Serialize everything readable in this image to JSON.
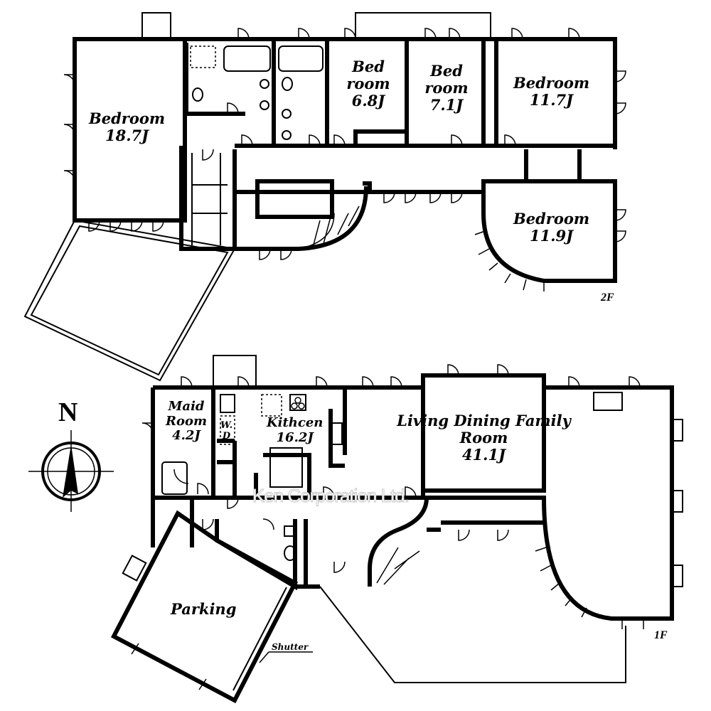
{
  "floors": {
    "second": {
      "label": "2F",
      "rooms": [
        {
          "name": "Bedroom",
          "size": "18.7J"
        },
        {
          "name": "Bed room",
          "size": "6.8J"
        },
        {
          "name": "Bed room",
          "size": "7.1J"
        },
        {
          "name": "Bedroom",
          "size": "11.7J"
        },
        {
          "name": "Bedroom",
          "size": "11.9J"
        }
      ]
    },
    "first": {
      "label": "1F",
      "rooms": [
        {
          "name": "Maid Room",
          "size": "4.2J"
        },
        {
          "name": "Kithcen",
          "size": "16.2J"
        },
        {
          "name": "Living Dining Family Room",
          "size": "41.1J"
        },
        {
          "name": "Parking",
          "size": ""
        }
      ],
      "wd_label_1": "W.",
      "wd_label_2": "D",
      "shutter_label": "Shutter"
    }
  },
  "compass": {
    "label": "N"
  },
  "watermark": "Ken Corporation Ltd."
}
